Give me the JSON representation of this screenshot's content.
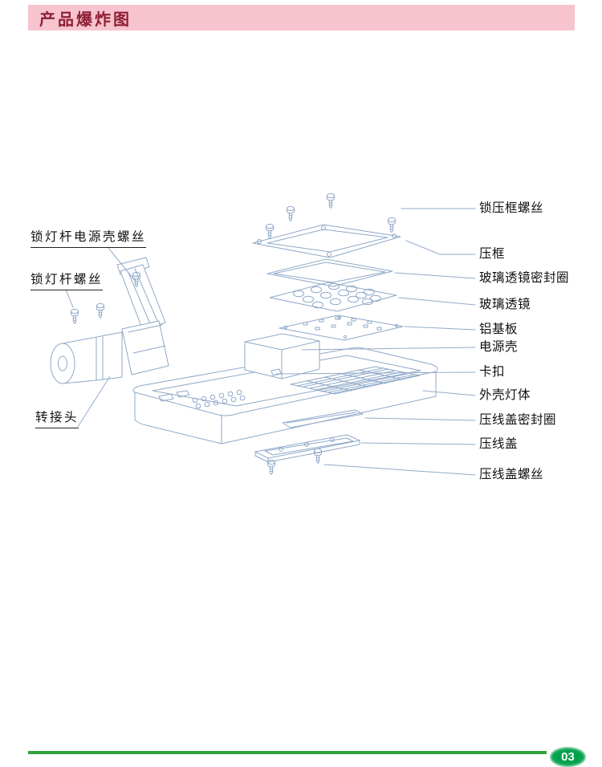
{
  "page": {
    "header": {
      "title": "产品爆炸图"
    },
    "footer": {
      "page_number": "03"
    }
  },
  "diagram": {
    "labels_right": [
      {
        "label": "锁压框螺丝"
      },
      {
        "label": "压框"
      },
      {
        "label": "玻璃透镜密封圈"
      },
      {
        "label": "玻璃透镜"
      },
      {
        "label": "铝基板"
      },
      {
        "label": "电源壳"
      },
      {
        "label": "卡扣"
      },
      {
        "label": "外壳灯体"
      },
      {
        "label": "压线盖密封圈"
      },
      {
        "label": "压线盖"
      },
      {
        "label": "压线盖螺丝"
      }
    ],
    "labels_left": [
      {
        "label": "锁灯杆电源壳螺丝"
      },
      {
        "label": "锁灯杆螺丝"
      },
      {
        "label": "转接头"
      }
    ]
  },
  "colors": {
    "header_bg": "#f6c3ce",
    "header_text": "#8e1f35",
    "line_art": "#8fa9c9",
    "leader_line": "#94abc9",
    "label_text": "#111111",
    "footer_bar": "#2fa43c",
    "badge_bg": "#00a14b",
    "badge_text": "#ffffff"
  }
}
